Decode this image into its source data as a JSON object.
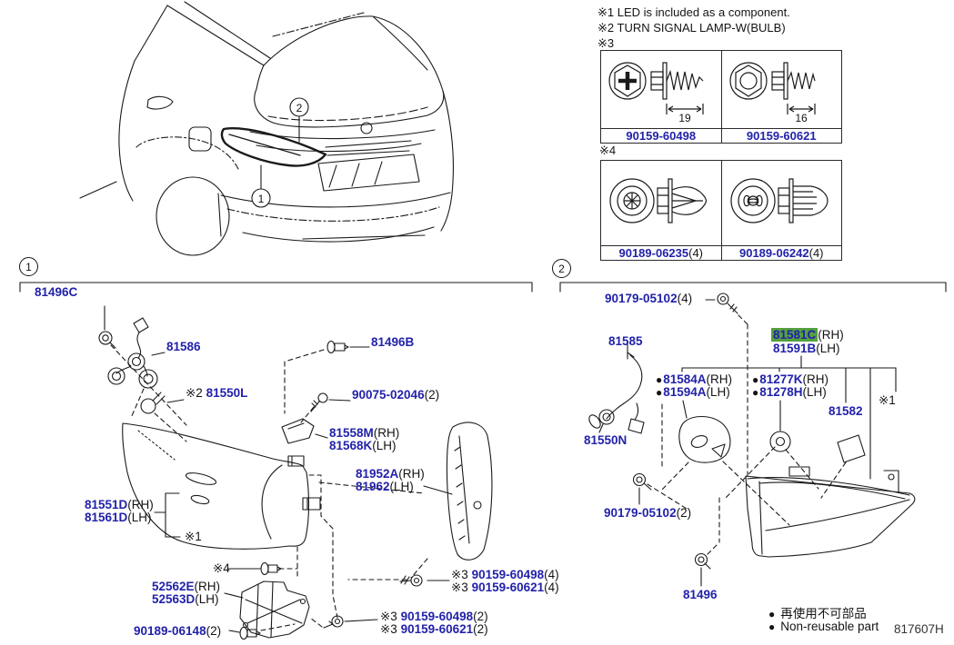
{
  "colors": {
    "part_label": "#2222aa",
    "line": "#1a1a1a",
    "highlight_bg": "#54a03e"
  },
  "notes": {
    "note1": "※1 LED is included as a component.",
    "note2": "※2 TURN SIGNAL LAMP-W(BULB)",
    "note3": "※3",
    "note4": "※4"
  },
  "screw_table": {
    "cells": [
      {
        "part": "90159-60498",
        "dim": "19"
      },
      {
        "part": "90159-60621",
        "dim": "16"
      }
    ]
  },
  "clip_table": {
    "cells": [
      {
        "part": "90189-06235",
        "qty": "(4)"
      },
      {
        "part": "90189-06242",
        "qty": "(4)"
      }
    ]
  },
  "car": {
    "callout1": "1",
    "callout2": "2"
  },
  "section1": {
    "badge": "1",
    "labels": {
      "l81496C": {
        "num": "81496C"
      },
      "l81586": {
        "num": "81586"
      },
      "l81496B": {
        "num": "81496B"
      },
      "l81550L": {
        "ref": "※2 ",
        "num": "81550L"
      },
      "l90075": {
        "num": "90075-02046",
        "qty": "(2)"
      },
      "l81558M": {
        "num": "81558M",
        "sfx": "(RH)"
      },
      "l81568K": {
        "num": "81568K",
        "sfx": "(LH)"
      },
      "l81952A": {
        "num": "81952A",
        "sfx": "(RH)"
      },
      "l81962": {
        "num": "81962",
        "sfx": "(LH)"
      },
      "l81551D": {
        "num": "81551D",
        "sfx": "(RH)"
      },
      "l81561D": {
        "num": "81561D",
        "sfx": "(LH)"
      },
      "ref1": "※1",
      "ref4": "※4",
      "l52562E": {
        "num": "52562E",
        "sfx": "(RH)"
      },
      "l52563D": {
        "num": "52563D",
        "sfx": "(LH)"
      },
      "l90189": {
        "num": "90189-06148",
        "qty": "(2)"
      },
      "screws4a": {
        "ref": "※3 ",
        "num": "90159-60498",
        "qty": "(4)"
      },
      "screws4b": {
        "ref": "※3 ",
        "num": "90159-60621",
        "qty": "(4)"
      },
      "screws2a": {
        "ref": "※3 ",
        "num": "90159-60498",
        "qty": "(2)"
      },
      "screws2b": {
        "ref": "※3 ",
        "num": "90159-60621",
        "qty": "(2)"
      }
    }
  },
  "section2": {
    "badge": "2",
    "labels": {
      "l90179_4": {
        "num": "90179-05102",
        "qty": "(4)"
      },
      "l81585": {
        "num": "81585"
      },
      "l81581C": {
        "num": "81581C",
        "sfx": "(RH)"
      },
      "l81591B": {
        "num": "81591B",
        "sfx": "(LH)"
      },
      "l81584A": {
        "pre": "●",
        "num": "81584A",
        "sfx": "(RH)"
      },
      "l81594A": {
        "pre": "●",
        "num": "81594A",
        "sfx": "(LH)"
      },
      "l81277K": {
        "pre": "●",
        "num": "81277K",
        "sfx": "(RH)"
      },
      "l81278H": {
        "pre": "●",
        "num": "81278H",
        "sfx": "(LH)"
      },
      "l81582": {
        "num": "81582"
      },
      "ref1": "※1",
      "l81550N": {
        "num": "81550N"
      },
      "l90179_2": {
        "num": "90179-05102",
        "qty": "(2)"
      },
      "l81496": {
        "num": "81496"
      }
    }
  },
  "legend": {
    "bullet": "●",
    "jp": "再使用不可部品",
    "en": "Non-reusable part",
    "code": "817607H"
  }
}
